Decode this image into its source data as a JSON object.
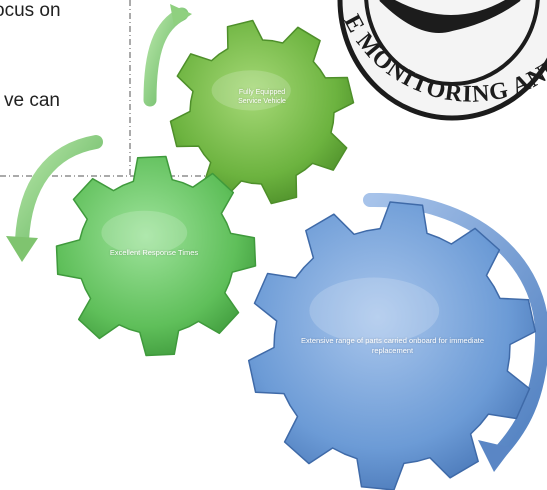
{
  "text": {
    "line1": "ocus on",
    "line2": "ve can"
  },
  "badge": {
    "visible_text": "E MONITORING AND"
  },
  "gears": [
    {
      "id": "a",
      "label": "Fully Equipped Service Vehicle",
      "color": "#6cb33f"
    },
    {
      "id": "b",
      "label": "Excellent Response Times",
      "color": "#5fbf5a"
    },
    {
      "id": "c",
      "label": "Extensive range of parts carried onboard for immediate replacement",
      "color": "#5f8fcb"
    }
  ],
  "colors": {
    "green_arrow": "#79c46a",
    "blue_arrow": "#5a86c5",
    "badge_bg": "#f4f4f4",
    "badge_ink": "#1c1c1c"
  }
}
